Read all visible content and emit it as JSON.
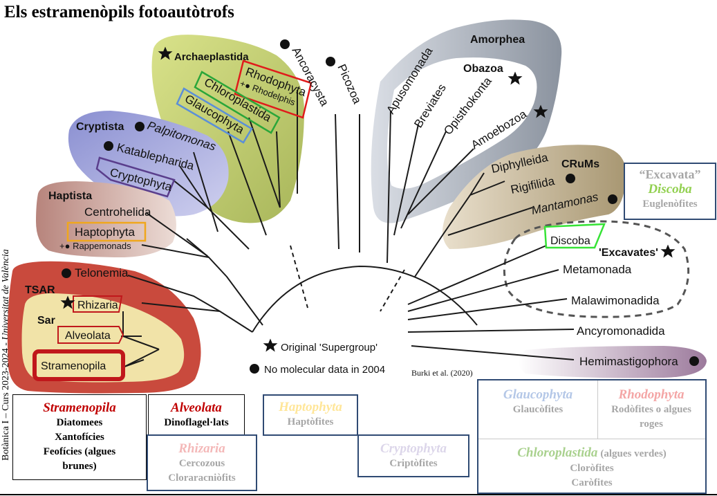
{
  "title": "Els estramenòpils fotoautòtrofs",
  "side_text": {
    "prefix": "Botànica I – Curs 2023-2024 - ",
    "italic": "Universitat de València"
  },
  "citation": "Burki et al. (2020)",
  "legend": {
    "supergroup": "Original 'Supergroup'",
    "nodata": "No molecular data in 2004"
  },
  "groups": {
    "archaeplastida": "Archaeplastida",
    "cryptista": "Cryptista",
    "haptista": "Haptista",
    "tsar": "TSAR",
    "sar": "Sar",
    "amorphea": "Amorphea",
    "obazoa": "Obazoa",
    "crums": "CRuMs",
    "excavates": "'Excavates'"
  },
  "taxa": {
    "rhodophyta": "Rhodophyta",
    "rhodelphis": "Rhodelphis",
    "chloroplastida": "Chloroplastida",
    "glaucophyta": "Glaucophyta",
    "ancoracysta": "Ancoracysta",
    "picozoa": "Picozoa",
    "palpitomonas": "Palpitomonas",
    "katablepharida": "Katablepharida",
    "cryptophyta": "Cryptophyta",
    "centrohelida": "Centrohelida",
    "haptophyta": "Haptophyta",
    "rappemonads": "Rappemonads",
    "telonemia": "Telonemia",
    "rhizaria": "Rhizaria",
    "alveolata": "Alveolata",
    "stramenopila": "Stramenopila",
    "apusomonada": "Apusomonada",
    "breviates": "Breviates",
    "opisthokonta": "Opisthokonta",
    "amoebozoa": "Amoebozoa",
    "diphylleida": "Diphylleida",
    "rigifilida": "Rigifilida",
    "mantamonas": "Mantamonas",
    "discoba": "Discoba",
    "metamonada": "Metamonada",
    "malawimonadida": "Malawimonadida",
    "ancyromonadida": "Ancyromonadida",
    "hemimastigophora": "Hemimastigophora"
  },
  "boxes": {
    "excavata": {
      "title": "“Excavata”",
      "sub": "Discoba",
      "line": "Euglenòfites"
    },
    "stramenopila": {
      "title": "Stramenopila",
      "lines": [
        "Diatomees",
        "Xantofícies",
        "Feofícies (algues",
        "brunes)"
      ]
    },
    "alveolata": {
      "title": "Alveolata",
      "lines": [
        "Dinoflagel·lats"
      ]
    },
    "rhizaria": {
      "title": "Rhizaria",
      "lines": [
        "Cercozous",
        "Cloraracniòfits"
      ]
    },
    "haptophyta": {
      "title": "Haptophyta",
      "lines": [
        "Haptòfites"
      ]
    },
    "cryptophyta": {
      "title": "Cryptophyta",
      "lines": [
        "Criptòfites"
      ]
    },
    "glaucophyta": {
      "title": "Glaucophyta",
      "lines": [
        "Glaucòfites"
      ]
    },
    "rhodophyta": {
      "title": "Rhodophyta",
      "lines": [
        "Rodòfites o algues",
        "roges"
      ]
    },
    "chloroplastida": {
      "title": "Chloroplastida",
      "suffix": "(algues verdes)",
      "lines": [
        "Cloròfites",
        "Caròfites"
      ]
    }
  },
  "colors": {
    "stramenopila_title": "#c00000",
    "glaucophyta_title": "#b4c7e7",
    "rhodophyta_title": "#f4a6a6",
    "chloroplastida_title": "#a9d18e",
    "haptophyta_title": "#ffe699",
    "cryptophyta_title": "#dcd6ea",
    "rhizaria_title": "#f4b8b8",
    "discoba_title": "#92d050",
    "box_border": "#2f4a73"
  }
}
